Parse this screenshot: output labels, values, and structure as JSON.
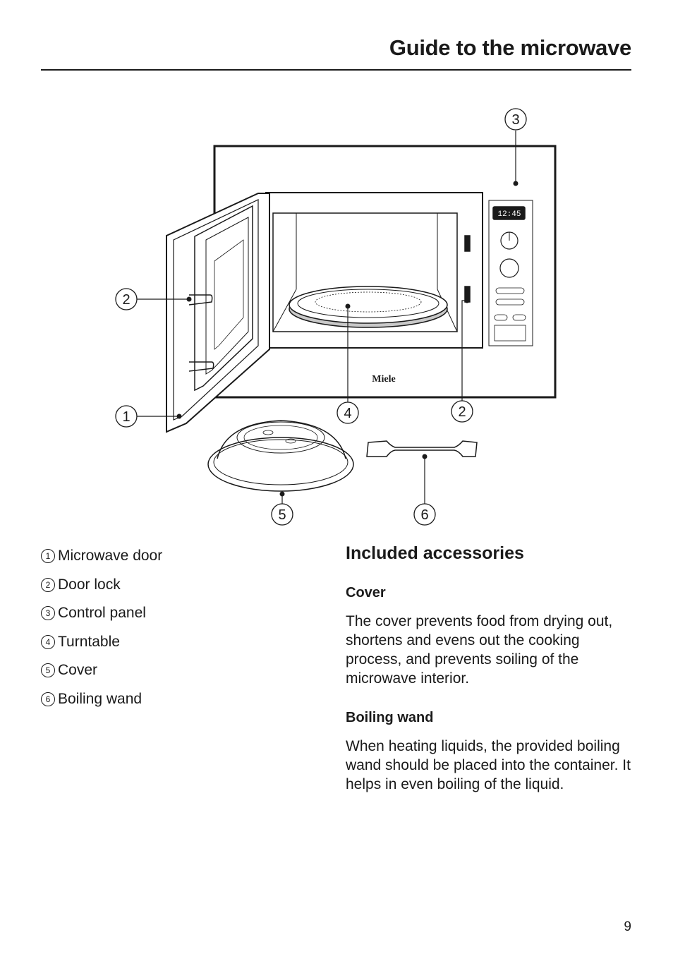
{
  "header": {
    "title": "Guide to the microwave"
  },
  "figure": {
    "brand": "Miele",
    "display_time": "12:45",
    "callouts": [
      "1",
      "2",
      "2",
      "3",
      "4",
      "5",
      "6"
    ]
  },
  "parts": [
    {
      "num": "1",
      "label": "Microwave door"
    },
    {
      "num": "2",
      "label": "Door lock"
    },
    {
      "num": "3",
      "label": "Control panel"
    },
    {
      "num": "4",
      "label": "Turntable"
    },
    {
      "num": "5",
      "label": "Cover"
    },
    {
      "num": "6",
      "label": "Boiling wand"
    }
  ],
  "accessories": {
    "heading": "Included accessories",
    "cover": {
      "heading": "Cover",
      "text": "The cover prevents food from drying out, shortens and evens out the cooking process, and prevents soiling of the microwave interior."
    },
    "wand": {
      "heading": "Boiling wand",
      "text": "When heating liquids, the provided boiling wand should be placed into the container. It helps in even boiling of the liquid."
    }
  },
  "footer": {
    "page_number": "9"
  }
}
